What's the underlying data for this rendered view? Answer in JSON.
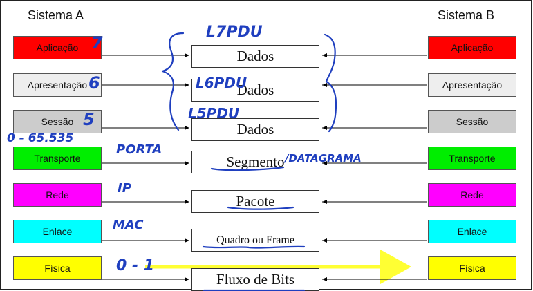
{
  "system_a": "Sistema A",
  "system_b": "Sistema B",
  "layers": [
    {
      "name": "Aplicação",
      "color": "#ff0000"
    },
    {
      "name": "Apresentação",
      "color": "#eeeeee"
    },
    {
      "name": "Sessão",
      "color": "#cccccc"
    },
    {
      "name": "Transporte",
      "color": "#00ee00"
    },
    {
      "name": "Rede",
      "color": "#ff00ff"
    },
    {
      "name": "Enlace",
      "color": "#00ffff"
    },
    {
      "name": "Física",
      "color": "#ffff00"
    }
  ],
  "pdus": [
    "Dados",
    "Dados",
    "Dados",
    "Segmento",
    "Pacote",
    "Quadro ou Frame",
    "Fluxo de Bits"
  ],
  "annotations": {
    "l7": "7",
    "l6": "6",
    "l5": "5",
    "l7pdu": "L7PDU",
    "l6pdu": "L6PDU",
    "l5pdu": "L5PDU",
    "ports": "0 - 65.535",
    "porta": "PORTA",
    "datagrama": "/DATAGRAMA",
    "ip": "IP",
    "mac": "MAC",
    "bits": "0 - 1"
  },
  "colors": {
    "ink": "#1f3fbf",
    "highlight": "#ffff00"
  }
}
